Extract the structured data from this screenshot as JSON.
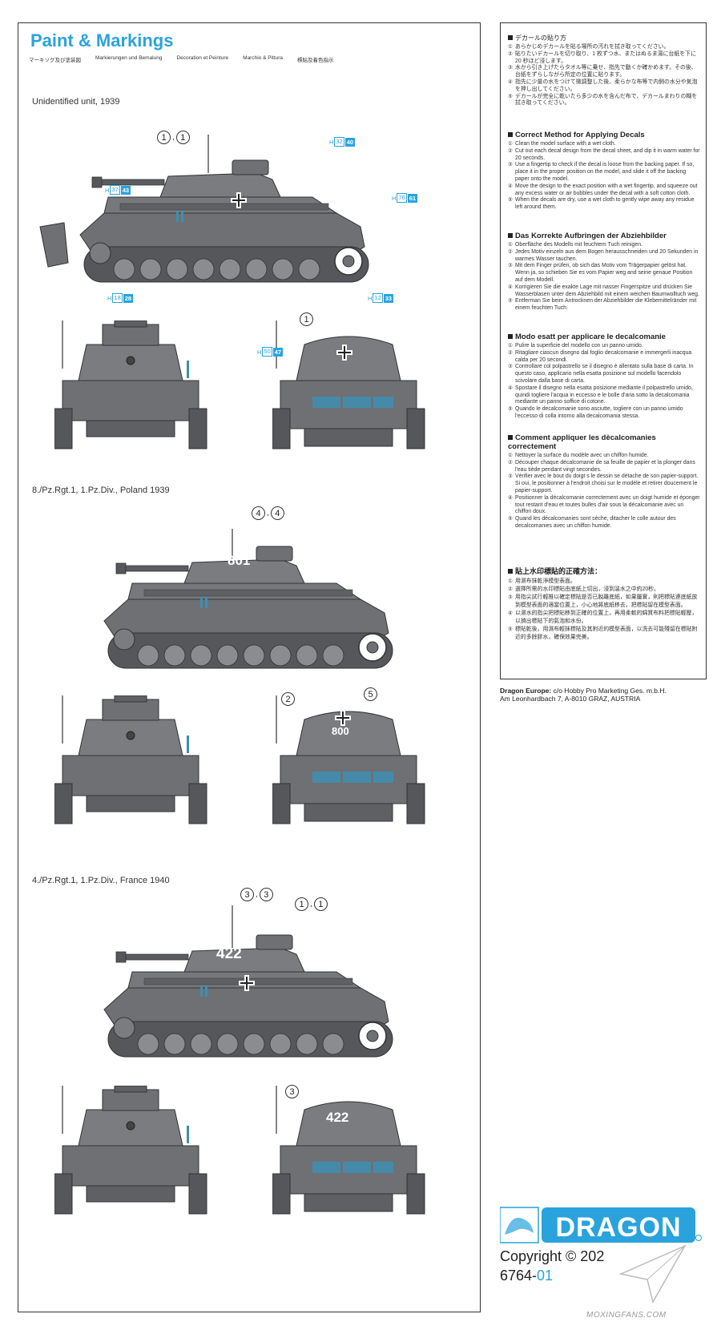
{
  "header": {
    "title": "Paint & Markings",
    "subtitles": [
      "マーキソグ及び塗装図",
      "Markierungen und Bemalung",
      "Decoration et Peinture",
      "Marchio & Pittura",
      "標貼及着色指示"
    ]
  },
  "sections": [
    {
      "label": "Unidentified unit, 1939",
      "callouts_top": [
        "1",
        "1"
      ],
      "callout_rear": "1",
      "hcodes": {
        "h1": {
          "h": "H",
          "a": "32",
          "b": "40"
        },
        "h2": {
          "h": "H",
          "a": "37",
          "b": "43"
        },
        "h3": {
          "h": "H",
          "a": "76",
          "b": "61"
        },
        "h4": {
          "h": "H",
          "a": "18",
          "b": "28"
        },
        "h5": {
          "h": "H",
          "a": "12",
          "b": "33"
        },
        "h6": {
          "h": "H",
          "a": "50",
          "b": "47"
        }
      }
    },
    {
      "label": "8./Pz.Rgt.1, 1.Pz.Div., Poland 1939",
      "callouts_top": [
        "4",
        "4"
      ],
      "turret_number": "801",
      "callout_rear_a": "2",
      "callout_rear_b": "5",
      "rear_number": "800"
    },
    {
      "label": "4./Pz.Rgt.1, 1.Pz.Div., France 1940",
      "callouts_left": [
        "3",
        "3"
      ],
      "callouts_right": [
        "1",
        "1"
      ],
      "turret_number": "422",
      "callout_rear": "3",
      "rear_number": "422"
    }
  ],
  "instructions": {
    "japanese": {
      "heading": "デカールの貼り方",
      "items": [
        "あらかじめデカールを貼る場所の汚れを拭き取ってください。",
        "貼りたいデカールを切り取り、1 枚ずつ水、またはぬるま湯に台紙を下に 20 秒ほど浸します。",
        "水から引き上げたらタオル等に乗せ、指先で動くか確かめます。その後、台紙をずらしながら所定の位置に貼ります。",
        "指先に少量の水をつけて微調整した後、柔らかな布等で内側の水分や気泡を押し出してください。",
        "デカールが完全に乾いたら多少の水を含んだ布で、デカールまわりの糊を拭き取ってください。"
      ]
    },
    "english": {
      "heading": "Correct Method for Applying Decals",
      "items": [
        "Clean the model surface with a wet cloth.",
        "Cut out each decal design from the decal sheet, and dip it in warm water for 20 seconds.",
        "Use a fingertip to check if the decal is loose from the backing paper. If so, place it in the proper position on the model, and slide it off the backing paper onto the model.",
        "Move the design to the exact position with a wet fingertip, and squeeze out any excess water or air bubbles under the decal with a soft cotton cloth.",
        "When the decals are dry, use a wet cloth to gently wipe away any residue left around them."
      ]
    },
    "german": {
      "heading": "Das Korrekte Aufbringen der Abziehbilder",
      "items": [
        "Oberfläche des Modells mit feuchtem Tuch reinigen.",
        "Jedes Motiv einzeln aus dem Bogen herausschneiden und 20 Sekunden in warmes Wasser tauchen.",
        "Mit dem Finger prüfen, ob sich das Motiv vom Trägerpapier gelöst hat. Wenn ja, so schieben Sie es vom Papier weg and seine genaue Position auf dem Modell.",
        "Korrigieren Sie die exakte Lage mit nasser Fingerspitze und drücken Sie Wasserblasen unter dem Abziehbild mit einem weichen Baumwolltuch weg.",
        "Entferman Sie beim Antrocknen der Abziehbilder die Klebemittelränder mit einem feuchten Tuch."
      ]
    },
    "italian": {
      "heading": "Modo esatt per applicare le decalcomanie",
      "items": [
        "Pulire la superficie del modello con un panno umido.",
        "Ritagliare ciascun disegno dal foglio decalcomanie e immergerli inacqua calda per 20 secondi.",
        "Controllare col polpastrello se il disegno è allentato sulla base di carta. In questo caso, applicario nella esatta posizione sul modello facendolo scivolare dalla base di carta.",
        "Spostare il disegno nella esatta posizione mediante il polpastrello umido, quindi togliere l'acqua in eccesso e le bolle d'aria sotto la decalcomania mediante un panno soffice di cotone.",
        "Quando le decalcomanie sono asciutte, togliere con un panno umido l'eccesso di colla intorno alla decalcomania stessa."
      ]
    },
    "french": {
      "heading": "Comment appliquer les dècalcomanies correctement",
      "items": [
        "Nettoyer la surface du modèle avec un chiffon humide.",
        "Découper chaque décalcomanie de sa feuille de papier et la plonger dans l'eau tiède pendant vingt secondes.",
        "Vérifier avec le bout du doigt s le dessin se détache de son papier-support. Si oui, le positionner à l'endroit choisi sur le modèle et retirer doucement le papier-support.",
        "Positionner la décalcomanie correctement avec un doigt humide et éponger tout restant d'eau et toutes bulles d'air sous la décalcomanie avec un chiffon doux.",
        "Quand les décalcomanies sont sèche, ditacher le colle autour des decalcomanies avec un chiffon humide."
      ]
    },
    "chinese": {
      "heading": "貼上水印標貼的正確方法：",
      "items": [
        "用濕布抹乾淨模型表面。",
        "選擇所需的水印標貼由底紙上切出，浸到溫水之中約20秒。",
        "用指尖試行輕推以確定標貼是否已脫離底紙，如果屬實，則把標貼連底紙放到模型表面的適當位置上，小心地將底紙移去，把標貼留在模型表面。",
        "以濕水的指尖把標貼移到正確的位置上，再用柔軟的綿質布料把標貼輕壓，以擠出標貼下的氣泡和水份。",
        "標貼乾後，用濕布輕抹標貼及其附近的模型表面，以洗去可能殘留在標貼附近的多餘膠水，確保效果完美。"
      ]
    }
  },
  "footer": {
    "dragon_europe_bold": "Dragon Europe:",
    "dragon_europe_line1": "c/o Hobby Pro Marketing Ges. m.b.H.",
    "dragon_europe_line2": "Am Leonhardbach 7, A-8010 GRAZ, AUSTRIA",
    "logo_text": "DRAGON",
    "copyright": "Copyright © 202",
    "code_main": "6764-",
    "code_accent": "01",
    "watermark": "MOXINGFANS.COM"
  },
  "colors": {
    "accent": "#2aa3dc",
    "tank_grey": "#6e7073",
    "tank_dark": "#4a4c4f",
    "tank_light": "#8a8c8f",
    "decal_blue": "#3e8fb3"
  }
}
